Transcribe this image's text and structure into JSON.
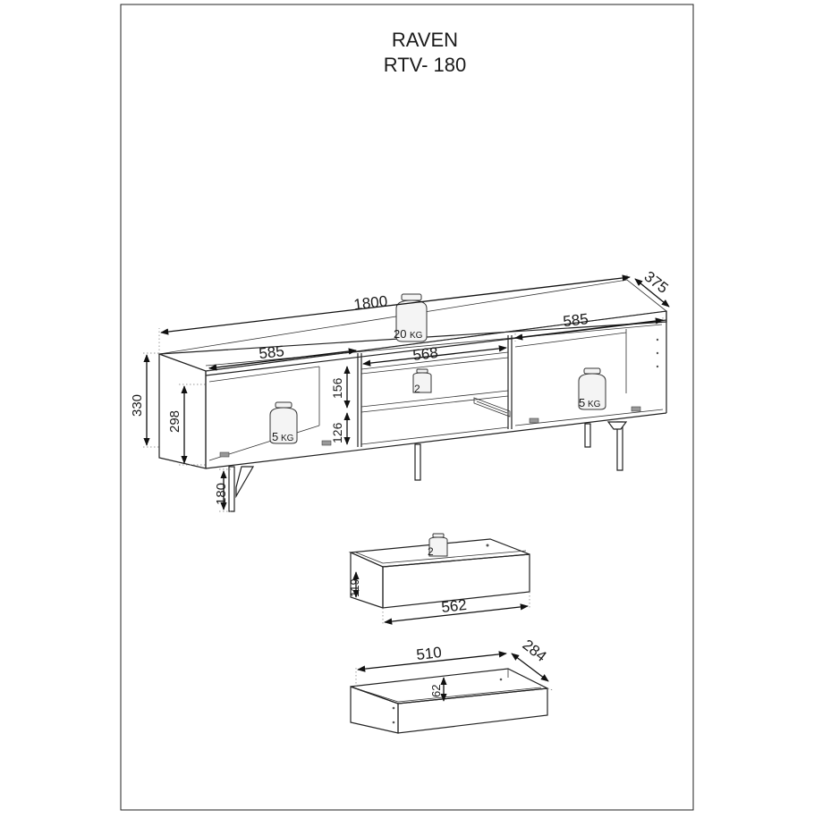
{
  "title": {
    "name": "RAVEN",
    "model": "RTV- 180"
  },
  "dimensions": {
    "total_width": "1800",
    "depth": "375",
    "left_compartment_width": "585",
    "right_compartment_width": "585",
    "middle_compartment_width": "568",
    "height": "330",
    "inner_height": "298",
    "upper_shelf_height": "156",
    "lower_shelf_height": "126",
    "leg_height": "180",
    "drawer_front_height": "119",
    "drawer_front_width": "562",
    "drawer_box_width": "510",
    "drawer_box_depth": "284",
    "drawer_box_height": "62"
  },
  "load_limits": {
    "top": {
      "value": "20",
      "unit": "KG"
    },
    "left_shelf": {
      "value": "5",
      "unit": "KG"
    },
    "middle_shelf": {
      "value": "2",
      "unit": ""
    },
    "right_shelf": {
      "value": "5",
      "unit": "KG"
    },
    "drawer": {
      "value": "2",
      "unit": ""
    }
  }
}
